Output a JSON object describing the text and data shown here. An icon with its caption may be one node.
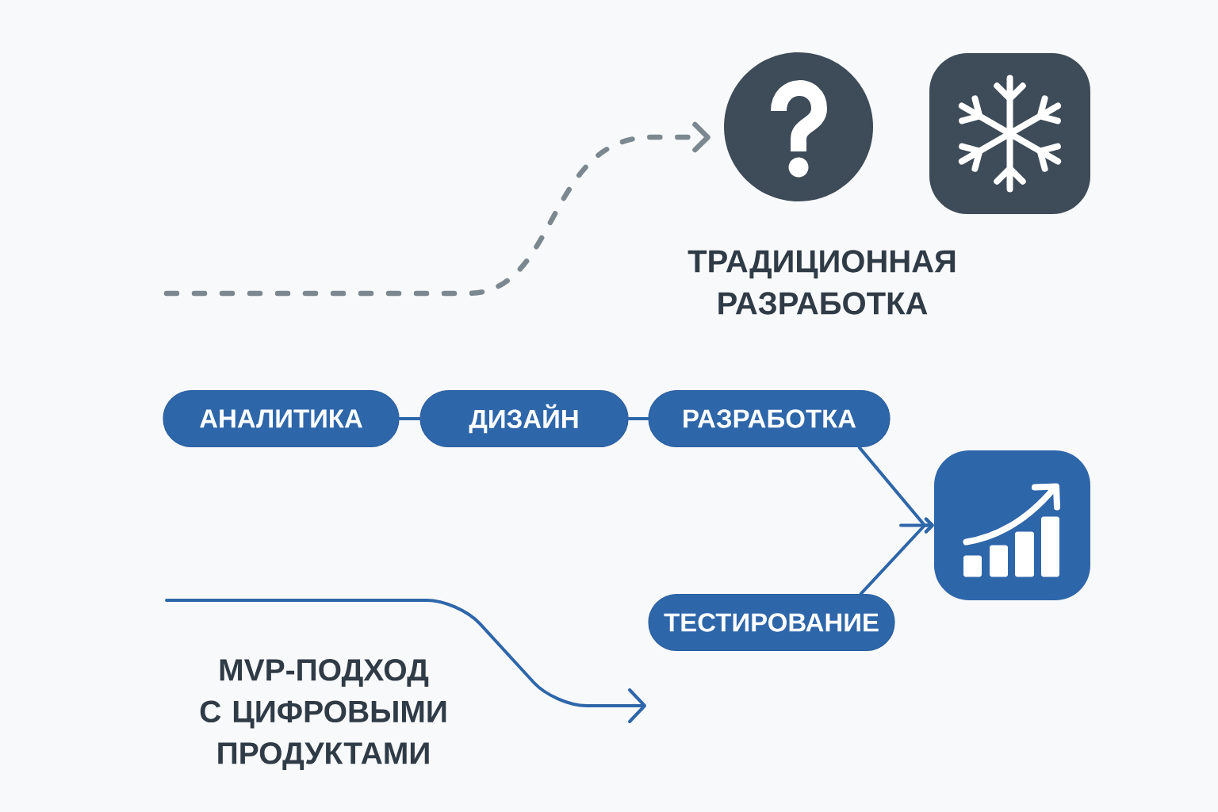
{
  "diagram": {
    "nodes": [
      {
        "text": [],
        "shape": "circle"
      },
      {
        "text": [],
        "shape": "box"
      },
      {
        "text": [
          "АНАЛИТИКА"
        ]
      },
      {
        "text": [
          "ДИЗАЙН"
        ]
      },
      {
        "text": [
          "РАЗРАБОТКА"
        ]
      },
      {
        "text": [],
        "shape": "box"
      },
      {
        "text": [
          "ТЕСТИРОВАНИЕ"
        ]
      }
    ],
    "edges": [
      {
        "from": null,
        "to": 0,
        "arrow": "to",
        "style": "dashed",
        "color": "#7b8890"
      },
      {
        "from": 2,
        "to": 3,
        "arrow": "none"
      },
      {
        "from": 3,
        "to": 4,
        "arrow": "none"
      },
      {
        "from": 4,
        "to": 5,
        "arrow": "to"
      },
      {
        "from": 6,
        "to": 5,
        "arrow": "to"
      }
    ],
    "labels": [
      "ТРАДИЦИОННАЯ РАЗРАБОТКА",
      "MVP-ПОДХОД С ЦИФРОВЫМИ ПРОДУКТАМИ"
    ]
  }
}
